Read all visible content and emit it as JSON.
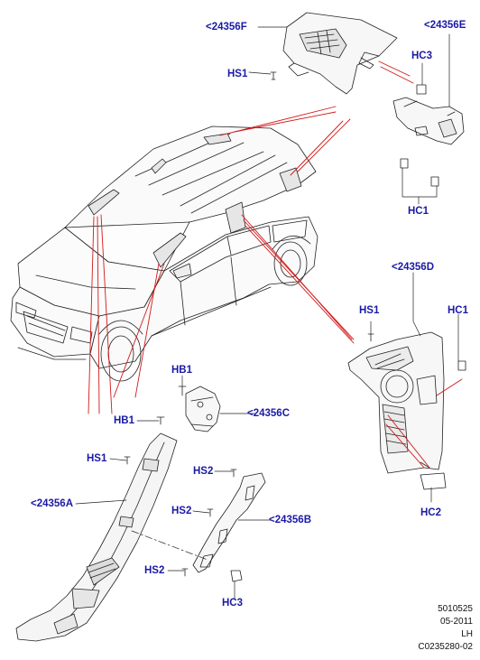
{
  "callouts": {
    "c24356F": "<24356F",
    "c24356E": "<24356E",
    "hs1_top": "HS1",
    "hc3_top": "HC3",
    "hc1_top": "HC1",
    "c24356D": "<24356D",
    "hs1_right": "HS1",
    "hc1_right": "HC1",
    "hc2": "HC2",
    "hb1_upper": "HB1",
    "hb1_lower": "HB1",
    "c24356C": "<24356C",
    "hs1_left": "HS1",
    "c24356A": "<24356A",
    "hs2_upper": "HS2",
    "hs2_middle": "HS2",
    "c24356B": "<24356B",
    "hs2_lower": "HS2",
    "hc3_bottom": "HC3"
  },
  "reference": {
    "number": "5010525",
    "date": "05-2011",
    "side": "LH",
    "code": "C0235280-02"
  },
  "colors": {
    "callout_text": "#1a1aa6",
    "leader_red": "#d11a1a",
    "line_black": "#222222",
    "part_fill": "#f7f7f7"
  }
}
